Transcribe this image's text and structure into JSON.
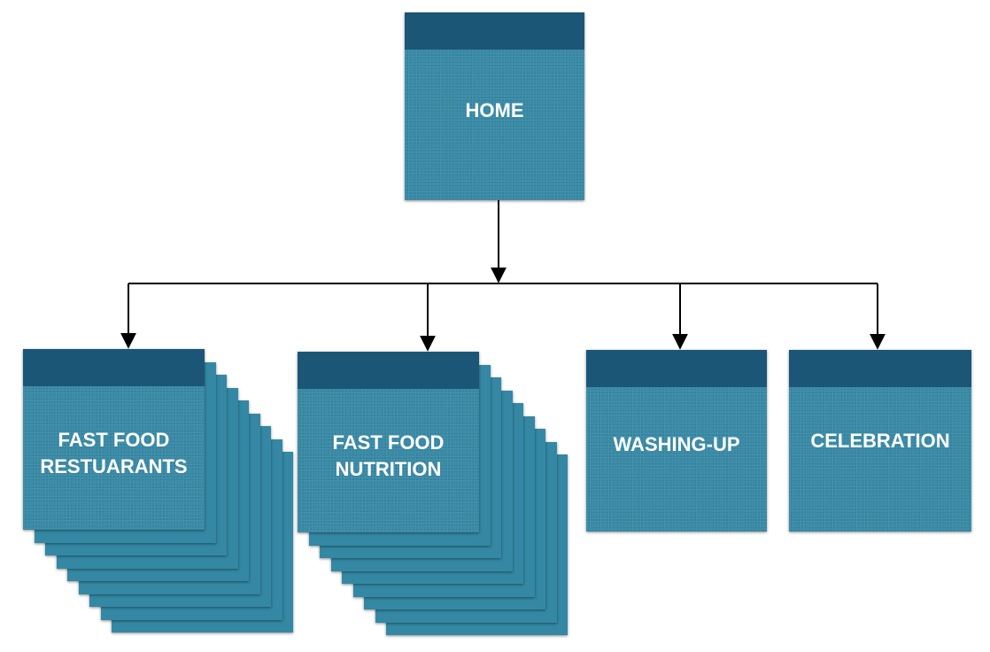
{
  "nodes": {
    "home": {
      "label": "HOME"
    },
    "fast_food_restaurants": {
      "label": "FAST FOOD\nRESTUARANTS"
    },
    "fast_food_nutrition": {
      "label": "FAST FOOD\nNUTRITION"
    },
    "washing_up": {
      "label": "WASHING-UP"
    },
    "celebration": {
      "label": "CELEBRATION"
    }
  },
  "colors": {
    "card": "#3488a4",
    "band": "#1b5677",
    "text": "#ffffff",
    "connector": "#000000"
  }
}
